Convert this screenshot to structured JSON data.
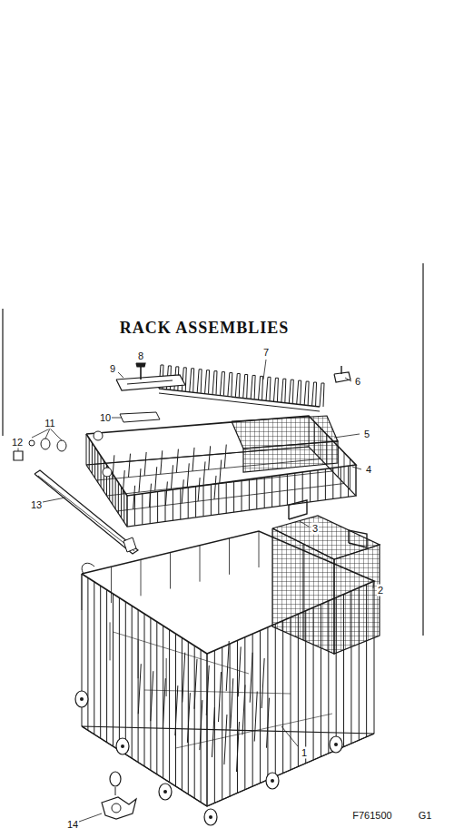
{
  "diagram": {
    "title": "RACK ASSEMBLIES",
    "labels": [
      "7",
      "8",
      "9",
      "6",
      "10",
      "5",
      "4",
      "11",
      "12",
      "13",
      "3",
      "2",
      "1",
      "14",
      "F761500",
      "G1"
    ]
  }
}
